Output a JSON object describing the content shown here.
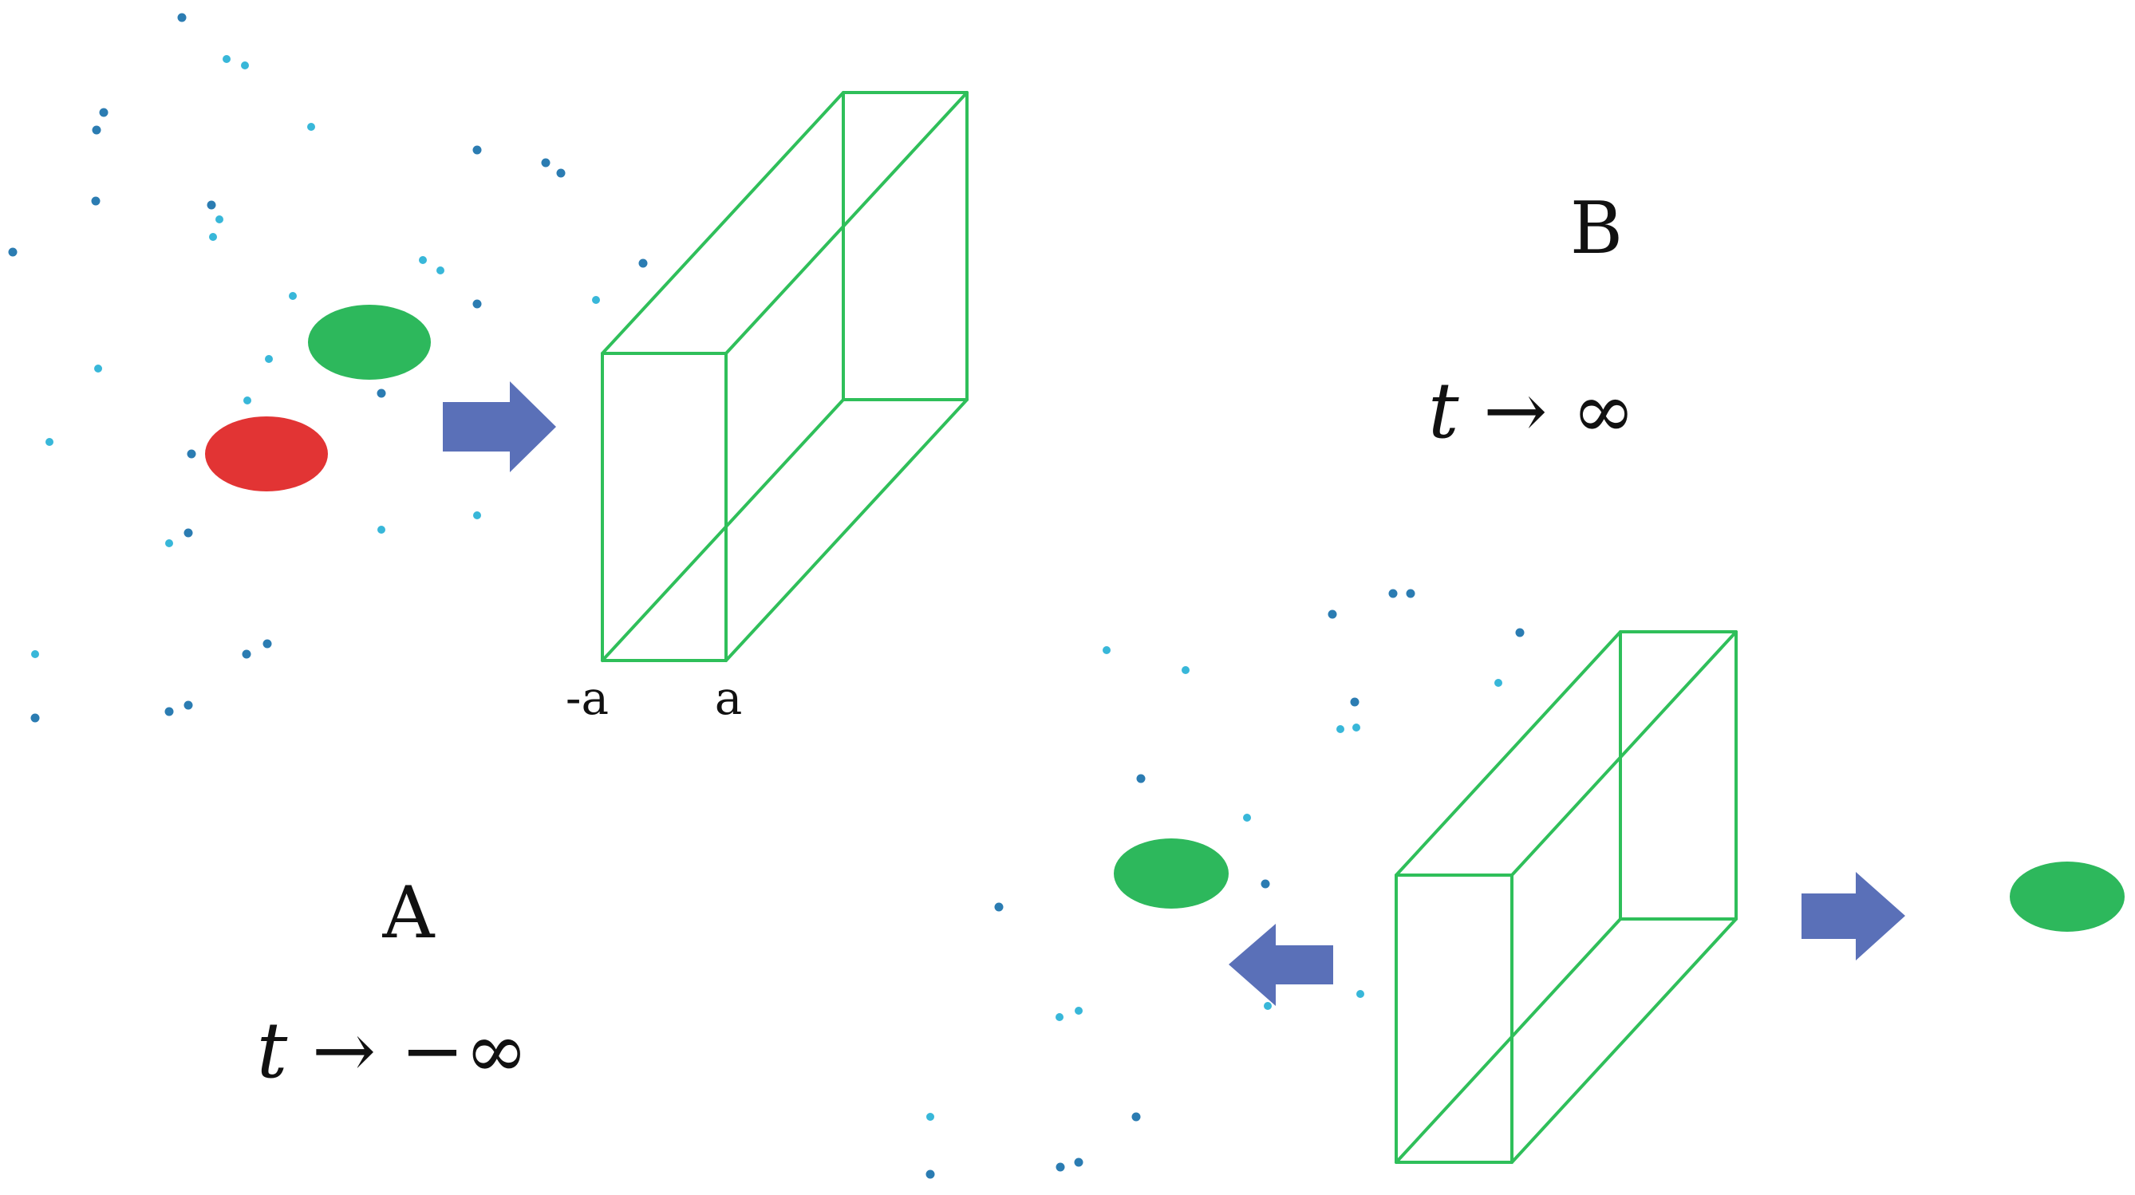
{
  "colors": {
    "box_outline": "#2fbf5a",
    "arrow_fill": "#5a70b8",
    "particle_red": "#e23434",
    "particle_green": "#2db85c",
    "dot_dark": "#2b7cb2",
    "dot_light": "#38b7d9"
  },
  "scene_a": {
    "label": "A",
    "time_expression": "t → −∞",
    "barrier_labels": {
      "left": "-a",
      "right": "a"
    }
  },
  "scene_b": {
    "label": "B",
    "time_expression": "t → ∞"
  },
  "icons": {
    "barrier": "wireframe-box-icon",
    "motion": "right-arrow-icon",
    "reflect": "left-arrow-icon",
    "particle": "ellipse-particle-icon",
    "medium": "dot-particle-icon"
  }
}
